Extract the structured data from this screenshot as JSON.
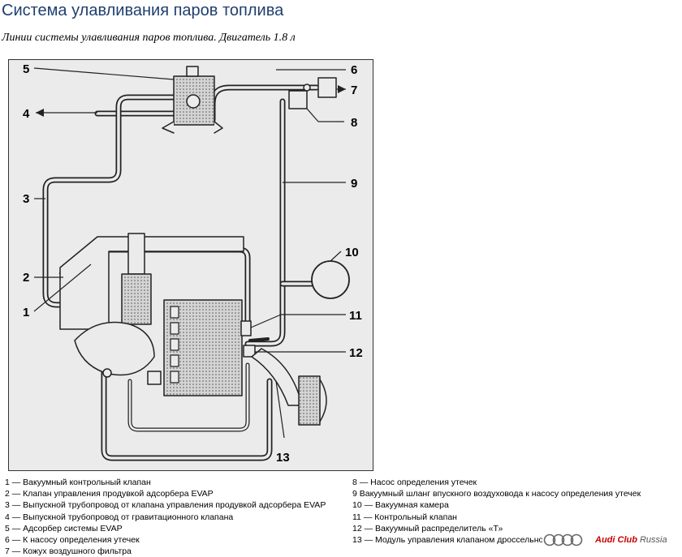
{
  "title": "Система улавливания паров топлива",
  "subtitle": "Линии системы улавливания паров топлива. Двигатель 1.8 л",
  "callouts": [
    "5",
    "4",
    "3",
    "2",
    "1",
    "6",
    "7",
    "8",
    "9",
    "10",
    "11",
    "12",
    "13"
  ],
  "legend_left": [
    "1 — Вакуумный контрольный клапан",
    "2 — Клапан управления продувкой адсорбера EVAP",
    "3 — Выпускной трубопровод от клапана управления продувкой адсорбера EVAP",
    "4 — Выпускной трубопровод от гравитационного клапана",
    "5 — Адсорбер системы EVAP",
    "6 — К насосу определения утечек",
    "7 — Кожух воздушного фильтра"
  ],
  "legend_right": [
    "8 — Насос определения утечек",
    "9 Вакуумный шланг впускного воздуховода к насосу определения утечек",
    "10 — Вакуумная камера",
    "11 — Контрольный клапан",
    "12 — Вакуумный распределитель «Т»",
    "13 — Модуль управления клапаном дроссельной заслонки"
  ],
  "watermark": {
    "brand": "Audi Club",
    "region": "Russia",
    "brand_color": "#cc0000"
  },
  "colors": {
    "title": "#1f3f6e",
    "diagram_bg": "#ebebeb",
    "line": "#222222"
  }
}
